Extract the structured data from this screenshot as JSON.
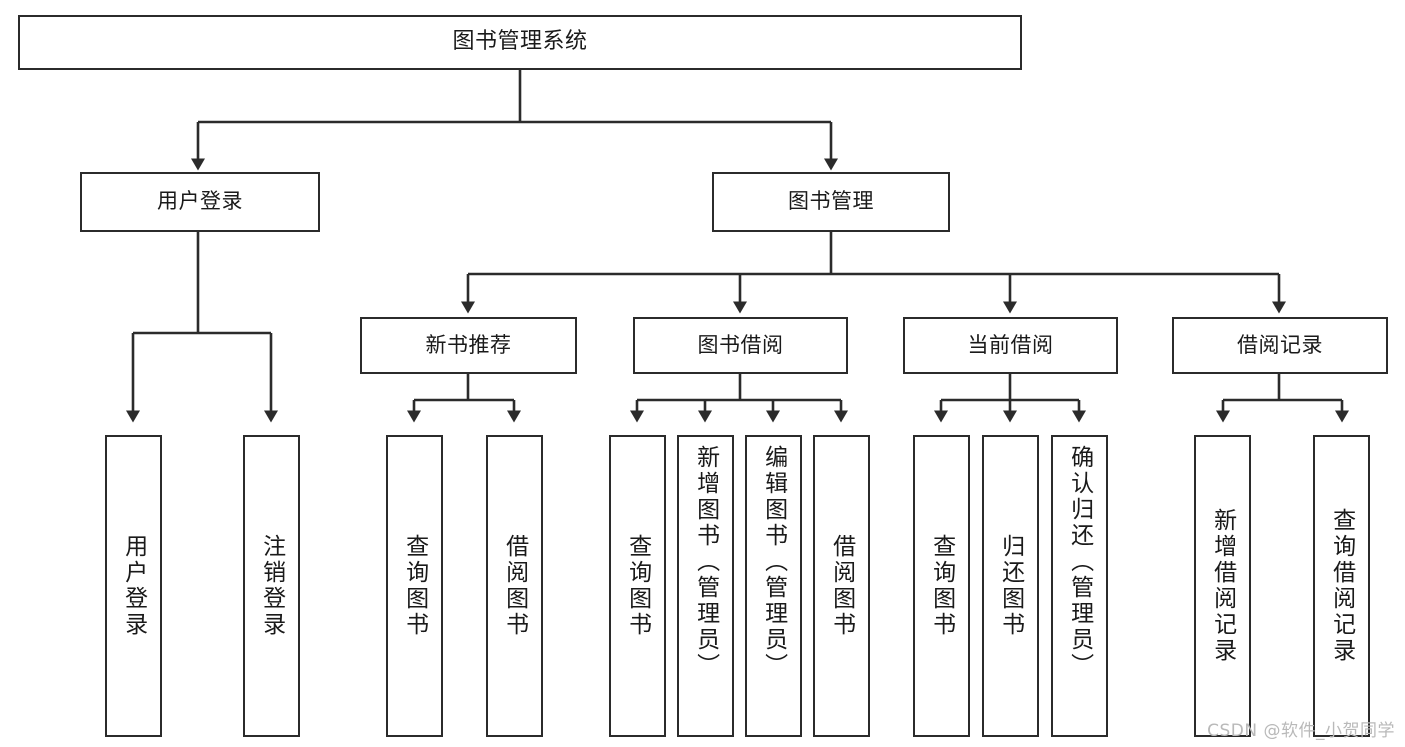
{
  "diagram": {
    "title": "图书管理系统",
    "type": "functional-structure-tree",
    "stroke_color": "#2b2b2b",
    "fill_color": "#ffffff",
    "text_color": "#1a1a1a",
    "watermark": "CSDN @软件_小贺同学"
  },
  "nodes": {
    "root": {
      "label": "图书管理系统"
    },
    "level2": [
      {
        "id": "user-login",
        "label": "用户登录"
      },
      {
        "id": "book-manage",
        "label": "图书管理"
      }
    ],
    "level3": [
      {
        "id": "new-book-recommend",
        "label": "新书推荐"
      },
      {
        "id": "book-borrow",
        "label": "图书借阅"
      },
      {
        "id": "current-borrow",
        "label": "当前借阅"
      },
      {
        "id": "borrow-record",
        "label": "借阅记录"
      }
    ],
    "leaves": {
      "user_login": [
        {
          "id": "leaf-user-login",
          "label": "用户登录"
        },
        {
          "id": "leaf-user-logout",
          "label": "注销登录"
        }
      ],
      "new_book_recommend": [
        {
          "id": "leaf-query-book-1",
          "label": "查询图书"
        },
        {
          "id": "leaf-borrow-book-1",
          "label": "借阅图书"
        }
      ],
      "book_borrow": [
        {
          "id": "leaf-query-book-2",
          "label": "查询图书"
        },
        {
          "id": "leaf-add-book",
          "label": "新增图书（管理员）"
        },
        {
          "id": "leaf-edit-book",
          "label": "编辑图书（管理员）"
        },
        {
          "id": "leaf-borrow-book-2",
          "label": "借阅图书"
        }
      ],
      "current_borrow": [
        {
          "id": "leaf-query-book-3",
          "label": "查询图书"
        },
        {
          "id": "leaf-return-book",
          "label": "归还图书"
        },
        {
          "id": "leaf-confirm-return",
          "label": "确认归还（管理员）"
        }
      ],
      "borrow_record": [
        {
          "id": "leaf-add-record",
          "label": "新增借阅记录"
        },
        {
          "id": "leaf-query-record",
          "label": "查询借阅记录"
        }
      ]
    }
  }
}
